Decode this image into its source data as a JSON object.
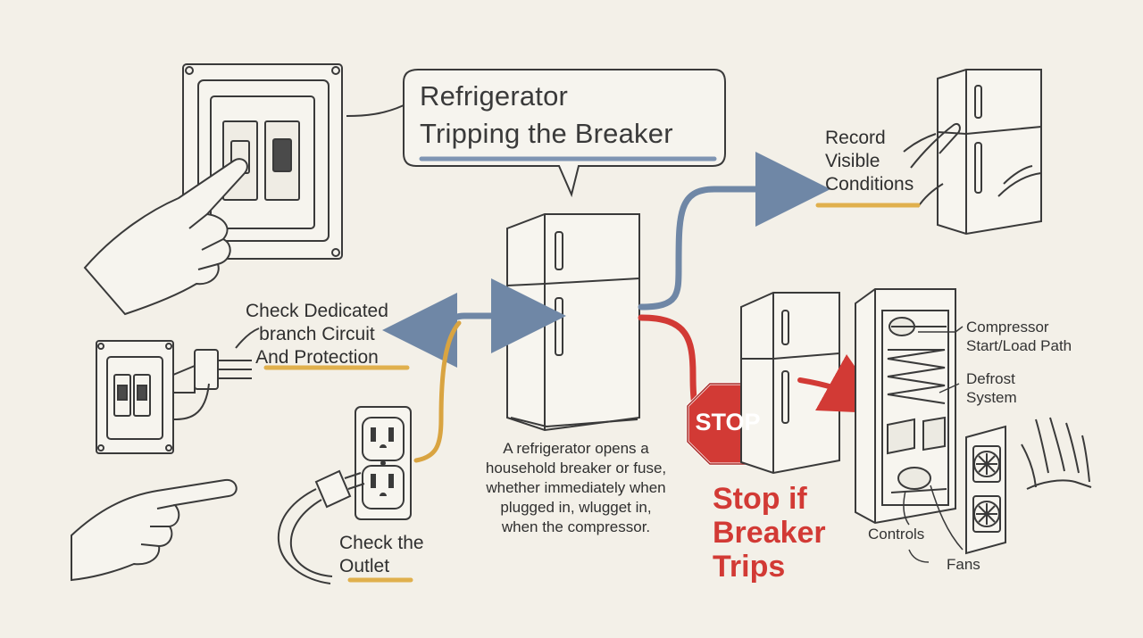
{
  "title": {
    "line1": "Refrigerator",
    "line2": "Tripping the Breaker"
  },
  "labels": {
    "record": [
      "Record",
      "Visible",
      "Conditions"
    ],
    "check_circuit": [
      "Check Dedicated",
      "branch Circuit",
      "And Protection"
    ],
    "check_outlet": [
      "Check the",
      "Outlet"
    ],
    "description": [
      "A refrigerator opens a",
      "household breaker or fuse,",
      "whether immediately when",
      "plugged in, wlugget in,",
      "when the compressor."
    ],
    "stop_sign": "STOP",
    "stop_text": [
      "Stop if",
      "Breaker",
      "Trips"
    ],
    "compressor": [
      "Compressor",
      "Start/Load Path"
    ],
    "defrost": [
      "Defrost",
      "System"
    ],
    "controls": "Controls",
    "fans": "Fans"
  },
  "colors": {
    "background": "#f3f0e8",
    "blue_arrow": "#6f87a6",
    "red_arrow": "#d23a35",
    "orange_line": "#d9a441",
    "underline_blue": "#7f95b3",
    "underline_orange": "#e0b04d",
    "stop_red": "#d23a35"
  },
  "icons": [
    "breaker-panel-icon",
    "hand-pointing-icon",
    "refrigerator-icon",
    "outlet-icon",
    "plug-icon",
    "stop-sign-icon",
    "refrigerator-cutaway-icon",
    "fan-icon"
  ]
}
